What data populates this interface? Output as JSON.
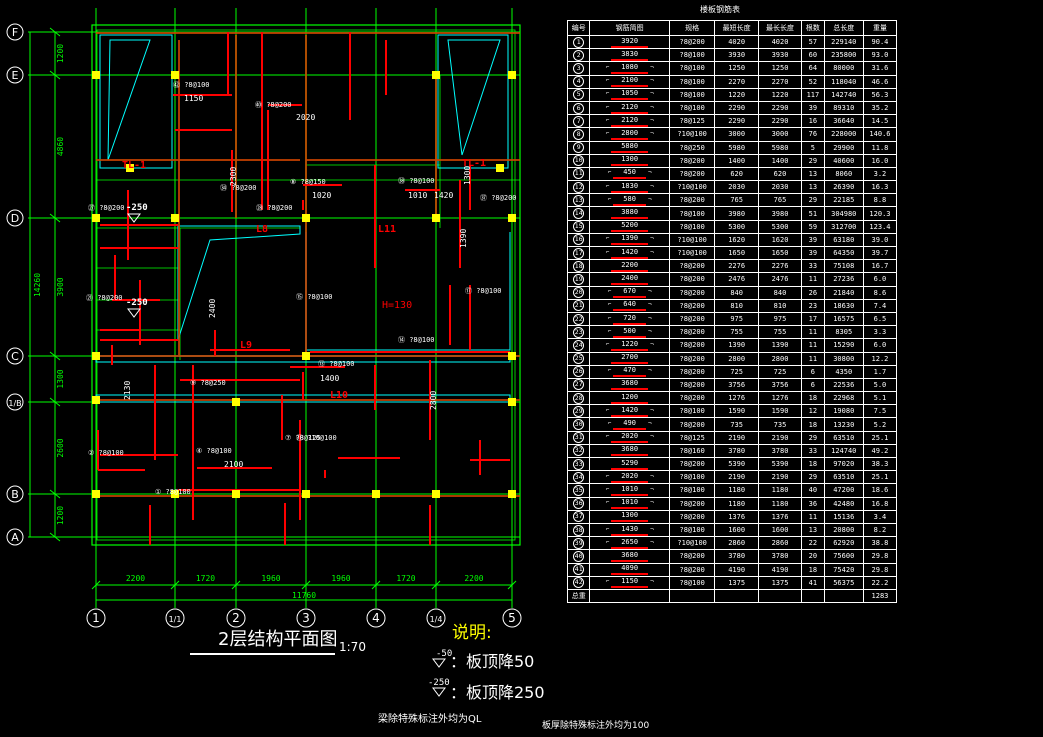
{
  "drawing": {
    "title": "2层结构平面图",
    "scale": "1:70",
    "notes_heading": "说明:",
    "note_50_mark": "-50",
    "note_50_text": "：板顶降50",
    "note_250_mark": "-250",
    "note_250_text": "：板顶降250",
    "footer_beam": "梁除特殊标注外均为QL",
    "footer_slab": "板厚除特殊标注外均为100"
  },
  "grid": {
    "horizontal_labels": [
      "F",
      "E",
      "D",
      "C",
      "1/B",
      "B",
      "A"
    ],
    "vertical_labels": [
      "1",
      "1/1",
      "2",
      "3",
      "4",
      "1/4",
      "5"
    ],
    "left_dims": [
      "1200",
      "4860",
      "3900",
      "1300",
      "2600",
      "1200"
    ],
    "left_total": "14260",
    "bottom_dims": [
      "2200",
      "1720",
      "1960",
      "1960",
      "1720",
      "2200"
    ],
    "bottom_total": "11760"
  },
  "plan_labels": {
    "beams": [
      "TL-1",
      "TL-1",
      "L8",
      "L11",
      "L9",
      "L10"
    ],
    "slab_thickness": "H=130",
    "drop_250_a": "-250",
    "drop_250_b": "-250",
    "items": [
      "①  ?8@100",
      "④ ?8@100",
      "⑦ ?8@125",
      "⑨ ?8@250",
      "② ?8@100",
      "⑮ ?8@100",
      "⑰ ?8@100",
      "⑭ ?8@100",
      "⑬ ?8@100",
      "㉑ ?8@200",
      "㉗ ?8@200",
      "⑧ ?8@150",
      "㉘ ?8@200",
      "㊳ ?8@100",
      "㊵ ?8@200",
      "㊷ ?8@100",
      "㊲ ?8@200",
      "㉞ ?8@200",
      "⑪ ?10@100"
    ],
    "dims": [
      "1150",
      "2020",
      "1020",
      "1010",
      "1420",
      "1300",
      "1400",
      "2100",
      "1390",
      "2400",
      "2300",
      "2130",
      "2800"
    ]
  },
  "rebar_table": {
    "title": "楼板钢筋表",
    "headers": [
      "编号",
      "钢筋简图",
      "规格",
      "最短长度",
      "最长长度",
      "根数",
      "总长度",
      "重量"
    ],
    "rows": [
      [
        "1",
        "3920",
        "",
        "?8@200",
        "4020",
        "4020",
        "57",
        "229140",
        "90.4"
      ],
      [
        "2",
        "3830",
        "",
        "?8@100",
        "3930",
        "3930",
        "60",
        "235800",
        "93.0"
      ],
      [
        "3",
        "1080",
        "h",
        "?8@100",
        "1250",
        "1250",
        "64",
        "80000",
        "31.6"
      ],
      [
        "4",
        "2100",
        "h",
        "?8@100",
        "2270",
        "2270",
        "52",
        "118040",
        "46.6"
      ],
      [
        "5",
        "1050",
        "h",
        "?8@100",
        "1220",
        "1220",
        "117",
        "142740",
        "56.3"
      ],
      [
        "6",
        "2120",
        "h",
        "?8@100",
        "2290",
        "2290",
        "39",
        "89310",
        "35.2"
      ],
      [
        "7",
        "2120",
        "h",
        "?8@125",
        "2290",
        "2290",
        "16",
        "36640",
        "14.5"
      ],
      [
        "8",
        "2800",
        "h",
        "?10@100",
        "3000",
        "3000",
        "76",
        "228000",
        "140.6"
      ],
      [
        "9",
        "5880",
        "",
        "?8@250",
        "5980",
        "5980",
        "5",
        "29900",
        "11.8"
      ],
      [
        "10",
        "1300",
        "",
        "?8@200",
        "1400",
        "1400",
        "29",
        "40600",
        "16.0"
      ],
      [
        "11",
        "450",
        "h",
        "?8@200",
        "620",
        "620",
        "13",
        "8060",
        "3.2"
      ],
      [
        "12",
        "1830",
        "h",
        "?10@100",
        "2030",
        "2030",
        "13",
        "26390",
        "16.3"
      ],
      [
        "13",
        "580",
        "h",
        "?8@200",
        "765",
        "765",
        "29",
        "22185",
        "8.8"
      ],
      [
        "14",
        "3880",
        "",
        "?8@100",
        "3980",
        "3980",
        "51",
        "304980",
        "120.3"
      ],
      [
        "15",
        "5200",
        "",
        "?8@100",
        "5300",
        "5300",
        "59",
        "312700",
        "123.4"
      ],
      [
        "16",
        "1390",
        "h",
        "?10@100",
        "1620",
        "1620",
        "39",
        "63180",
        "39.0"
      ],
      [
        "17",
        "1420",
        "h",
        "?10@100",
        "1650",
        "1650",
        "39",
        "64350",
        "39.7"
      ],
      [
        "18",
        "2200",
        "",
        "?8@200",
        "2276",
        "2276",
        "33",
        "75108",
        "16.7"
      ],
      [
        "19",
        "2400",
        "",
        "?8@200",
        "2476",
        "2476",
        "11",
        "27236",
        "6.0"
      ],
      [
        "20",
        "670",
        "h",
        "?8@200",
        "840",
        "840",
        "26",
        "21840",
        "8.6"
      ],
      [
        "21",
        "640",
        "h",
        "?8@200",
        "810",
        "810",
        "23",
        "18630",
        "7.4"
      ],
      [
        "22",
        "720",
        "h",
        "?8@200",
        "975",
        "975",
        "17",
        "16575",
        "6.5"
      ],
      [
        "23",
        "500",
        "h",
        "?8@200",
        "755",
        "755",
        "11",
        "8305",
        "3.3"
      ],
      [
        "24",
        "1220",
        "h",
        "?8@200",
        "1390",
        "1390",
        "11",
        "15290",
        "6.0"
      ],
      [
        "25",
        "2700",
        "",
        "?8@200",
        "2800",
        "2800",
        "11",
        "30800",
        "12.2"
      ],
      [
        "26",
        "470",
        "h",
        "?8@200",
        "725",
        "725",
        "6",
        "4350",
        "1.7"
      ],
      [
        "27",
        "3680",
        "",
        "?8@200",
        "3756",
        "3756",
        "6",
        "22536",
        "5.0"
      ],
      [
        "28",
        "1200",
        "",
        "?8@200",
        "1276",
        "1276",
        "18",
        "22968",
        "5.1"
      ],
      [
        "29",
        "1420",
        "h",
        "?8@100",
        "1590",
        "1590",
        "12",
        "19080",
        "7.5"
      ],
      [
        "30",
        "490",
        "h",
        "?8@200",
        "735",
        "735",
        "18",
        "13230",
        "5.2"
      ],
      [
        "31",
        "2020",
        "h",
        "?8@125",
        "2190",
        "2190",
        "29",
        "63510",
        "25.1"
      ],
      [
        "32",
        "3680",
        "",
        "?8@160",
        "3780",
        "3780",
        "33",
        "124740",
        "49.2"
      ],
      [
        "33",
        "5290",
        "",
        "?8@200",
        "5390",
        "5390",
        "18",
        "97020",
        "38.3"
      ],
      [
        "34",
        "2020",
        "h",
        "?8@100",
        "2190",
        "2190",
        "29",
        "63510",
        "25.1"
      ],
      [
        "35",
        "1010",
        "h",
        "?8@100",
        "1180",
        "1180",
        "40",
        "47200",
        "18.6"
      ],
      [
        "36",
        "1010",
        "h",
        "?8@200",
        "1180",
        "1180",
        "36",
        "42480",
        "16.8"
      ],
      [
        "37",
        "1300",
        "",
        "?8@200",
        "1376",
        "1376",
        "11",
        "15136",
        "3.4"
      ],
      [
        "38",
        "1430",
        "h",
        "?8@100",
        "1600",
        "1600",
        "13",
        "20800",
        "8.2"
      ],
      [
        "39",
        "2650",
        "h",
        "?10@100",
        "2860",
        "2860",
        "22",
        "62920",
        "38.8"
      ],
      [
        "40",
        "3680",
        "",
        "?8@200",
        "3780",
        "3780",
        "20",
        "75600",
        "29.8"
      ],
      [
        "41",
        "4090",
        "",
        "?8@200",
        "4190",
        "4190",
        "18",
        "75420",
        "29.8"
      ],
      [
        "42",
        "1150",
        "h",
        "?8@100",
        "1375",
        "1375",
        "41",
        "56375",
        "22.2"
      ]
    ],
    "total_label": "总重",
    "total_value": "1283"
  },
  "colors": {
    "grid_green": "#00ff00",
    "column_yellow": "#ffff00",
    "rebar_red": "#ff0000",
    "wall_cyan": "#00ffff",
    "beam_brown": "#cc4400",
    "text_white": "#ffffff"
  }
}
